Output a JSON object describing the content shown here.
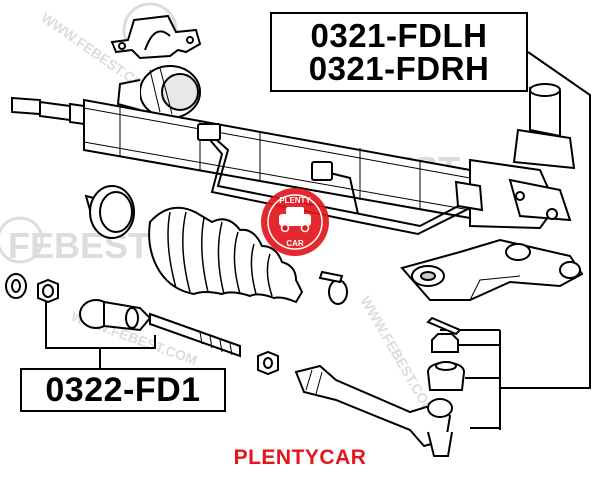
{
  "part_numbers": {
    "main": [
      "0321-FDLH",
      "0321-FDRH"
    ],
    "rod": "0322-FD1"
  },
  "watermark": {
    "brand": "FEBEST",
    "side_text": "WWW.FEBEST.COM",
    "badge_top": "PLENTY",
    "badge_bottom": "CAR"
  },
  "footer": {
    "brand": "PLENTYCAR"
  },
  "colors": {
    "brand_red": "#e3161c",
    "line": "#000000",
    "part_fill": "#ffffff",
    "part_shade": "#d9d9d9",
    "watermark": "#cfcfcf"
  }
}
